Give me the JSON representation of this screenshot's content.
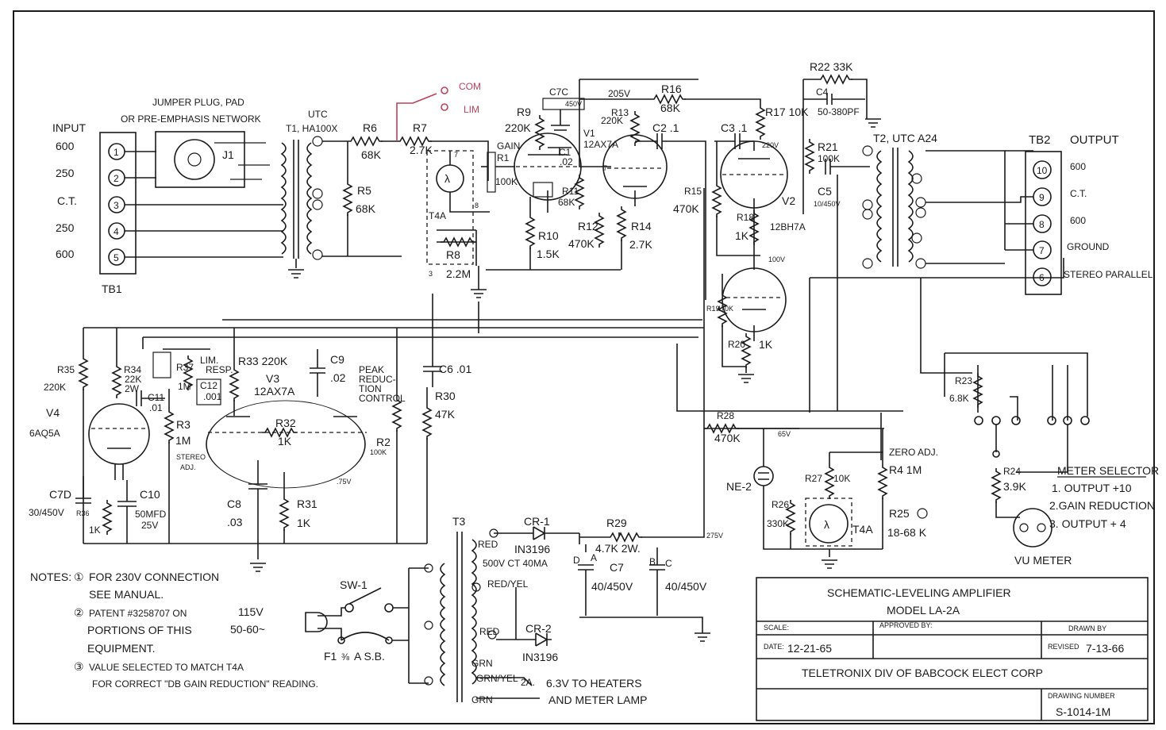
{
  "title_block": {
    "title": "SCHEMATIC-LEVELING AMPLIFIER",
    "model": "MODEL   LA-2A",
    "scale_label": "SCALE:",
    "approved_label": "APPROVED BY:",
    "drawn_label": "DRAWN BY",
    "date_label": "DATE:",
    "date": "12-21-65",
    "revised_label": "REVISED",
    "revised": "7-13-66",
    "company": "TELETRONIX DIV OF BABCOCK ELECT CORP",
    "drawing_number_label": "DRAWING NUMBER",
    "drawing_number": "S-1014-1M"
  },
  "input_block": {
    "heading": "INPUT",
    "taps": [
      "600",
      "250",
      "C.T.",
      "250",
      "600"
    ],
    "terminals": [
      "1",
      "2",
      "3",
      "4",
      "5"
    ],
    "tb_name": "TB1",
    "jumper_note_1": "JUMPER PLUG, PAD",
    "jumper_note_2": "OR PRE-EMPHASIS NETWORK",
    "j1": "J1"
  },
  "output_block": {
    "heading_tb": "TB2",
    "heading": "OUTPUT",
    "terminals": [
      "10",
      "9",
      "8",
      "7",
      "6"
    ],
    "labels": [
      "600",
      "C.T.",
      "600",
      "GROUND",
      "STEREO PARALLEL"
    ]
  },
  "transformers": {
    "t1_top": "UTC",
    "t1": "T1, HA100X",
    "t2": "T2, UTC A24",
    "t3": "T3",
    "t3_red": "RED",
    "t3_redyel": "RED/YEL",
    "t3_red2": "RED",
    "t3_grn": "GRN",
    "t3_grnyel": "GRN/YEL",
    "t3_grn2": "GRN",
    "t3_hv": "500V CT 40MA",
    "t3_heater_current": "2A.",
    "heaters_1": "6.3V TO HEATERS",
    "heaters_2": "AND METER LAMP"
  },
  "components": {
    "r6": "R6",
    "r6v": "68K",
    "r5": "R5",
    "r5v": "68K",
    "r7": "R7",
    "r7v": "2.7K",
    "com": "COM",
    "lim": "LIM",
    "r1": "R1",
    "r1_gain": "GAIN",
    "r1v": "100K",
    "t4a": "T4A",
    "r8": "R8",
    "r8v": "2.2M",
    "r9": "R9",
    "r9v": "220K",
    "c7c": "C7C",
    "c7c_v": "450V",
    "c1": "C1",
    "c1v": ".02",
    "v1": "V1",
    "v1t": "12AX7A",
    "r11": "R11",
    "r11v": "68K",
    "r10": "R10",
    "r10v": "1.5K",
    "r12": "R12",
    "r12v": "470K",
    "r13": "R13",
    "r13v": "220K",
    "v205": "205V",
    "r16": "R16",
    "r16v": "68K",
    "c2": "C2 .1",
    "r14": "R14",
    "r14v": "2.7K",
    "r15": "R15",
    "r15v": "470K",
    "c3": "C3 .1",
    "r17": "R17 10K",
    "v220": "220V",
    "v2": "V2",
    "v2t": "12BH7A",
    "r18": "R18",
    "r18v": "1K",
    "v100": "100V",
    "r19": "R19",
    "r19v": "470K",
    "r20": "R20",
    "r20v": "1K",
    "r22": "R22  33K",
    "c4": "C4",
    "c4v": "50-380PF",
    "r21": "R21",
    "r21v": "100K",
    "c5": "C5",
    "c5v": "10/450V",
    "r35": "R35",
    "r35v": "220K",
    "r34": "R34",
    "r34v": "22K",
    "r34w": "2W",
    "c11": "C11",
    "c11v": ".01",
    "v4": "V4",
    "v4t": "6AQ5A",
    "r37": "R37",
    "r37v": "1M",
    "r37n1": "LIM.",
    "r37n2": "RESP.",
    "c12": "C12",
    "c12v": ".001",
    "r3": "R3",
    "r3v": "1M",
    "r3n1": "STEREO",
    "r3n2": "ADJ.",
    "r33": "R33 220K",
    "c9": "C9",
    "c9v": ".02",
    "v3": "V3",
    "v3t": "12AX7A",
    "r32": "R32",
    "r32v": "1K",
    "peak1": "PEAK",
    "peak2": "REDUC-",
    "peak3": "TION",
    "peak4": "CONTROL",
    "r2": "R2",
    "r2v": "100K",
    "c6": "C6  .01",
    "r30": "R30",
    "r30v": "47K",
    "v75": ".75V",
    "c8": "C8",
    "c8v": ".03",
    "r31": "R31",
    "r31v": "1K",
    "c7d": "C7D",
    "c7dv": "30/450V",
    "r36": "R36",
    "r36v": "1K",
    "c10": "C10",
    "c10v": "50MFD",
    "c10w": "25V",
    "cr1": "CR-1",
    "cr1v": "IN3196",
    "cr2": "CR-2",
    "cr2v": "IN3196",
    "r29": "R29",
    "r29v": "4.7K 2W.",
    "c7": "C7",
    "c7v1": "40/450V",
    "c7v2": "40/450V",
    "c7a": "A",
    "c7b": "B",
    "c7cc": "C",
    "c7dd": "D",
    "v275": "275V",
    "r28": "R28",
    "r28v": "470K",
    "v65": "65V",
    "ne2": "NE-2",
    "zero1": "ZERO ADJ.",
    "r4": "R4  1M",
    "r27": "R27",
    "r27v": "10K",
    "r26": "R26",
    "r26v": "330K",
    "t4a2": "T4A",
    "r25": "R25",
    "r25v": "18-68 K",
    "r23": "R23",
    "r23v": "6.8K",
    "r24": "R24",
    "r24v": "3.9K",
    "sel_title": "METER SELECTOR",
    "sel1": "1. OUTPUT +10",
    "sel2": "2.GAIN REDUCTION",
    "sel3": "3. OUTPUT + 4",
    "vu": "VU METER",
    "sw1": "SW-1",
    "ac1": "115V",
    "ac2": "50-60~",
    "f1": "F1",
    "f1v": "A S.B."
  },
  "notes": {
    "heading": "NOTES:",
    "n1a": "FOR 230V CONNECTION",
    "n1b": "SEE MANUAL.",
    "n2a": "PATENT #3258707 ON",
    "n2b": "PORTIONS OF THIS",
    "n2c": "EQUIPMENT.",
    "n3a": "VALUE SELECTED TO MATCH T4A",
    "n3b": "FOR CORRECT \"DB GAIN REDUCTION\" READING."
  }
}
